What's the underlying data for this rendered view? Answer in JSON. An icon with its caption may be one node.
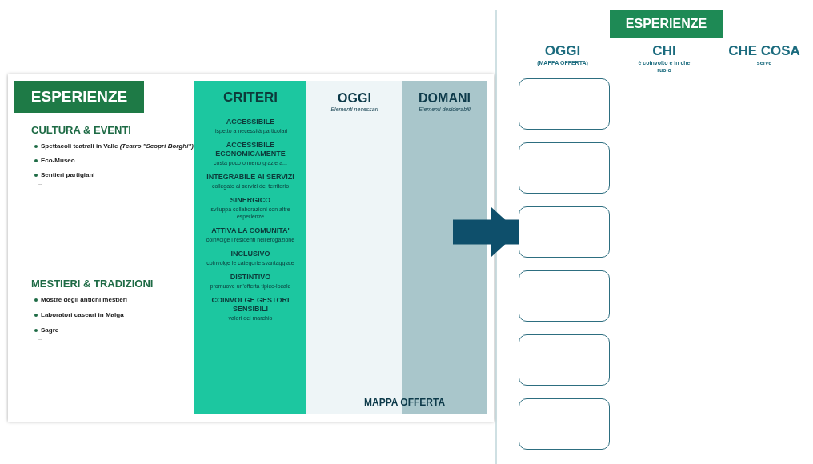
{
  "diagram": {
    "nodes": [
      {
        "text": [],
        "shape": "box"
      },
      {
        "text": [
          "ESPERIENZE"
        ],
        "in": 0
      },
      {
        "text": [
          "CRITERI",
          "ACCESSIBILE",
          "rispetto a necessità particolari",
          "ACCESSIBILE ECONOMICAMENTE",
          "costa poco o meno grazie a...",
          "INTEGRABILE AI SERVIZI",
          "collegato ai servizi del territorio",
          "SINERGICO",
          "sviluppa collaborazioni con altre esperienze",
          "ATTIVA LA COMUNITA'",
          "coinvolge i residenti nell'erogazione",
          "INCLUSIVO",
          "coinvolge le categorie svantaggiate",
          "DISTINTIVO",
          "promuove un'offerta tipico-locale",
          "COINVOLGE GESTORI SENSIBILI",
          "valori del marchio"
        ],
        "in": 0
      },
      {
        "text": [
          "OGGI",
          "Elementi necessari"
        ],
        "in": 0
      },
      {
        "text": [
          "DOMANI",
          "Elementi desiderabili"
        ],
        "in": 0
      },
      {
        "text": [
          "ESPERIENZE"
        ]
      },
      {
        "text": [],
        "shape": "box"
      },
      {
        "text": [],
        "shape": "box"
      },
      {
        "text": [],
        "shape": "box"
      },
      {
        "text": [],
        "shape": "box"
      },
      {
        "text": [],
        "shape": "box"
      },
      {
        "text": [],
        "shape": "box"
      }
    ],
    "edges": [
      {
        "from": 4,
        "to": 8,
        "arrow": "to"
      }
    ],
    "labels": [
      "CULTURA & EVENTI",
      "Spettacoli teatrali in Valle *(Teatro \"Scopri Borghi\")*",
      "Eco-Museo",
      "Sentieri partigiani",
      "...",
      "MESTIERI & TRADIZIONI",
      "Mostre degli antichi mestieri",
      "Laboratori caseari in Malga",
      "Sagre",
      "...",
      "MAPPA OFFERTA",
      "OGGI",
      "(MAPPA OFFERTA)",
      "CHI",
      "è coinvolto e in che ruolo",
      "CHE COSA",
      "serve"
    ]
  }
}
